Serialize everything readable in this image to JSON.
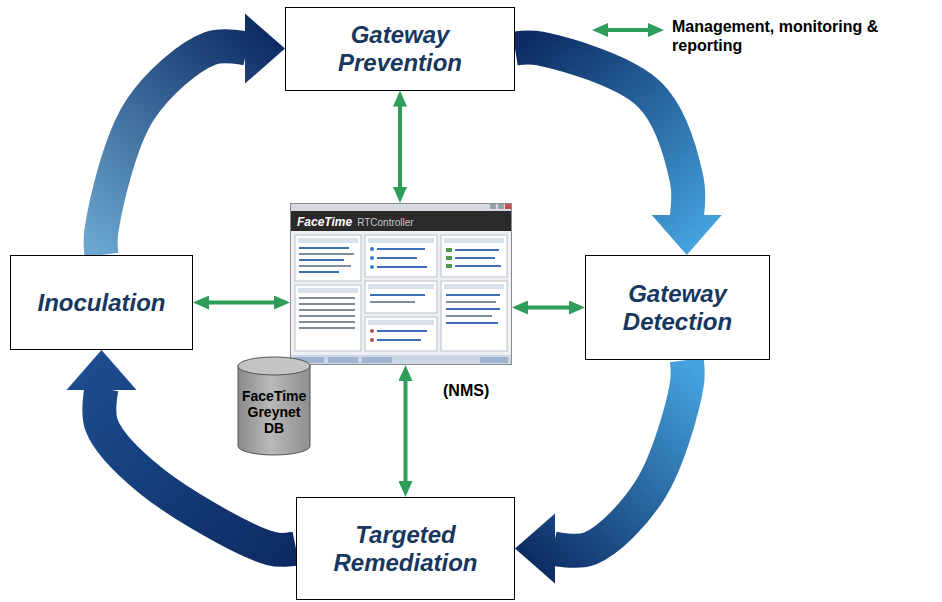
{
  "diagram": {
    "nodes": [
      {
        "text": [
          "Gateway Prevention"
        ]
      },
      {
        "text": [
          "Inoculation"
        ]
      },
      {
        "text": [
          "FaceTime",
          "RTController",
          "(NMS)"
        ]
      },
      {
        "text": [
          "Gateway Detection"
        ]
      },
      {
        "text": [
          "FaceTime Greynet DB"
        ]
      },
      {
        "text": [
          "Targeted Remediation"
        ]
      }
    ],
    "edges": [
      {
        "from": 0,
        "to": 3,
        "arrow": "to"
      },
      {
        "from": 3,
        "to": 5,
        "arrow": "to"
      },
      {
        "from": 5,
        "to": 1,
        "arrow": "to"
      },
      {
        "from": 1,
        "to": 0,
        "arrow": "to"
      },
      {
        "from": 0,
        "to": 2,
        "arrow": "both"
      },
      {
        "from": 1,
        "to": 2,
        "arrow": "both"
      },
      {
        "from": 3,
        "to": 2,
        "arrow": "both"
      },
      {
        "from": 5,
        "to": 2,
        "arrow": "both"
      }
    ],
    "legend": [
      {
        "text": "Management, monitoring & reporting"
      }
    ]
  }
}
